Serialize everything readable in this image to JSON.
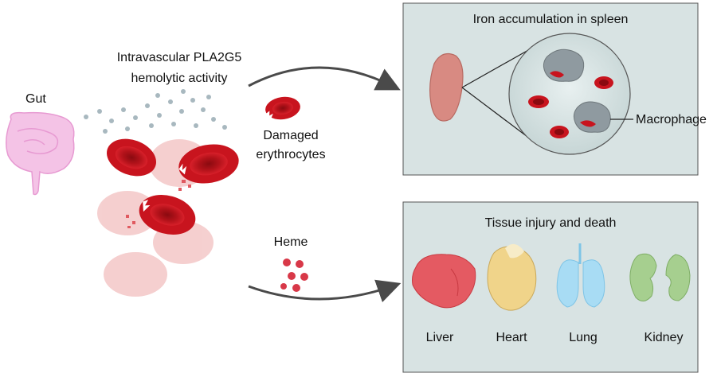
{
  "labels": {
    "gut": "Gut",
    "activity_line1": "Intravascular PLA2G5",
    "activity_line2": "hemolytic activity",
    "damaged_line1": "Damaged",
    "damaged_line2": "erythrocytes",
    "heme": "Heme",
    "macrophage": "Macrophage"
  },
  "panels": {
    "spleen_title": "Iron accumulation in spleen",
    "tissue_title": "Tissue injury and death"
  },
  "organs": [
    {
      "label": "Liver",
      "icon": "liver-icon",
      "color": "#e45a62"
    },
    {
      "label": "Heart",
      "icon": "heart-icon",
      "color": "#f0d48a"
    },
    {
      "label": "Lung",
      "icon": "lung-icon",
      "color": "#a8dcf4"
    },
    {
      "label": "Kidney",
      "icon": "kidney-icon",
      "color": "#a6cf8f"
    }
  ],
  "colors": {
    "rbc": "#c8141e",
    "rbc_faded": "#f3c4c4",
    "panel_bg": "#d8e3e3",
    "arrow": "#4a4a4a",
    "particles": "#a8b8bf"
  }
}
